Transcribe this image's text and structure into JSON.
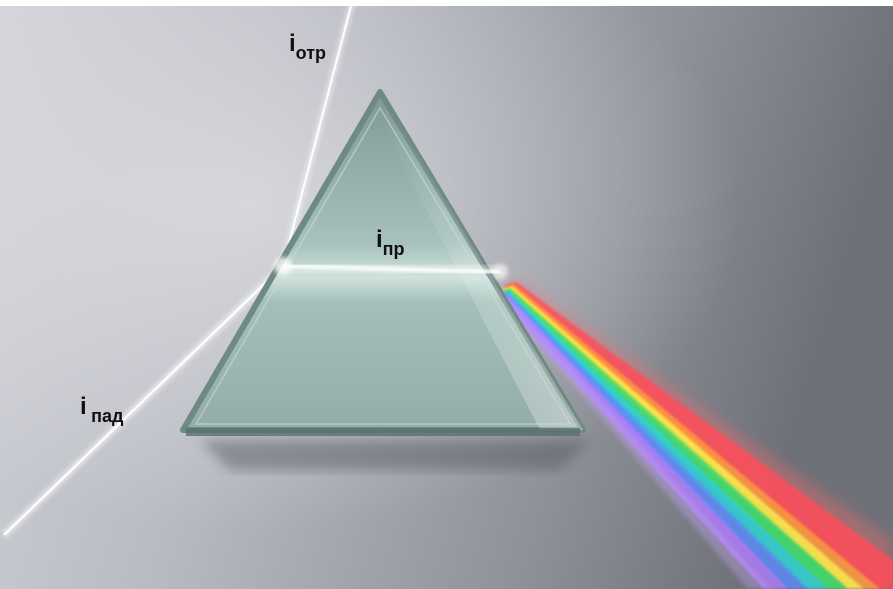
{
  "labels": {
    "reflected": {
      "main": "i",
      "sub": "отр"
    },
    "refracted": {
      "main": "i",
      "sub": "пр"
    },
    "incident": {
      "main": "i",
      "sub": "пад"
    }
  },
  "colors": {
    "background_light": "#cbcdd4",
    "background_dark": "#73757d",
    "prism_glass": "#9db8b3",
    "prism_edge": "#6f8984",
    "beam": "#ffffff",
    "spectrum": [
      "#ff4d5a",
      "#ff9a3c",
      "#ffe94a",
      "#3fdc6a",
      "#2fd4d6",
      "#5a8cff",
      "#b27cff"
    ]
  }
}
